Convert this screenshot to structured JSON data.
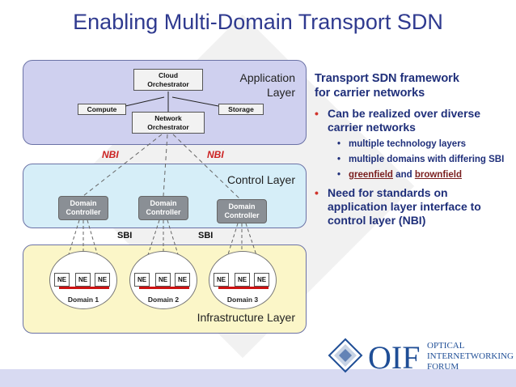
{
  "slide": {
    "title": "Enabling Multi-Domain Transport SDN"
  },
  "diagram": {
    "application_layer": {
      "label_line1": "Application",
      "label_line2": "Layer",
      "cloud_orchestrator": {
        "line1": "Cloud",
        "line2": "Orchestrator"
      },
      "network_orchestrator": {
        "line1": "Network",
        "line2": "Orchestrator"
      },
      "compute": "Compute",
      "storage": "Storage"
    },
    "interfaces": {
      "nbi_left": "NBI",
      "nbi_right": "NBI",
      "sbi_left": "SBI",
      "sbi_right": "SBI"
    },
    "control_layer": {
      "label": "Control Layer",
      "controllers": [
        {
          "line1": "Domain",
          "line2": "Controller"
        },
        {
          "line1": "Domain",
          "line2": "Controller"
        },
        {
          "line1": "Domain",
          "line2": "Controller"
        }
      ]
    },
    "infrastructure_layer": {
      "label": "Infrastructure Layer",
      "ne_label": "NE",
      "domains": [
        "Domain 1",
        "Domain 2",
        "Domain 3"
      ]
    }
  },
  "right_panel": {
    "heading_line1": "Transport SDN framework",
    "heading_line2": "for carrier networks",
    "bullet1": "Can be realized over diverse carrier networks",
    "sub1": "multiple technology layers",
    "sub2": "multiple domains with differing SBI",
    "sub3_a": "greenfield",
    "sub3_b": "and",
    "sub3_c": "brownfield",
    "bullet2": "Need for standards on application layer interface to control layer (NBI)"
  },
  "logo": {
    "mark": "OIF",
    "line1": "OPTICAL",
    "line2": "INTERNETWORKING",
    "line3": "FORUM",
    "brand_color": "#1f4e96"
  },
  "colors": {
    "title": "#2f3a8f",
    "application_layer": "#cfd0ef",
    "control_layer": "#d6eef8",
    "infrastructure_layer": "#fbf6c8",
    "nbi_text": "#cc2222",
    "ne_link": "#cc1111",
    "bullet_text": "#1f2f7a"
  }
}
